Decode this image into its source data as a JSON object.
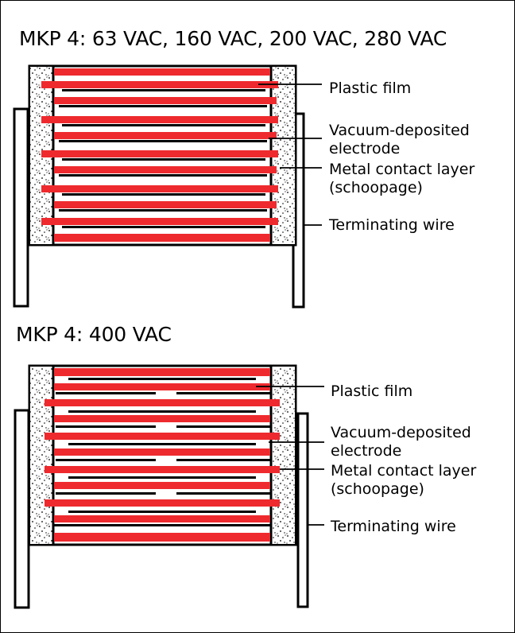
{
  "diagrams": [
    {
      "title": "MKP 4: 63 VAC, 160 VAC, 200 VAC, 280 VAC",
      "labels": {
        "plastic_film": "Plastic film",
        "electrode_1": "Vacuum-deposited",
        "electrode_2": "electrode",
        "contact_1": "Metal contact layer",
        "contact_2": "(schoopage)",
        "wire": "Terminating wire"
      }
    },
    {
      "title": "MKP 4: 400 VAC",
      "labels": {
        "plastic_film": "Plastic film",
        "electrode_1": "Vacuum-deposited",
        "electrode_2": "electrode",
        "contact_1": "Metal contact layer",
        "contact_2": "(schoopage)",
        "wire": "Terminating wire"
      }
    }
  ],
  "colors": {
    "film": "#ee2a2e",
    "electrode": "#000000",
    "schoopage_dots": "#000000",
    "background": "#ffffff"
  }
}
